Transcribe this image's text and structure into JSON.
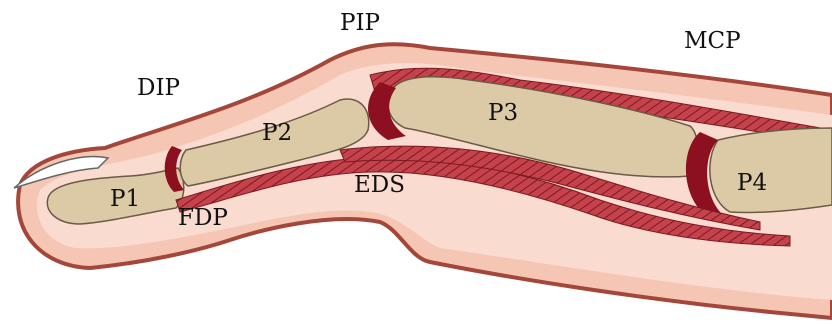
{
  "labels": {
    "dip": "DIP",
    "pip": "PIP",
    "mcp": "MCP",
    "p1": "P1",
    "p2": "P2",
    "p3": "P3",
    "p4": "P4",
    "fdp": "FDP",
    "eds": "EDS"
  },
  "colors": {
    "skin": "#f6c6b4",
    "skin_outline": "#a4473a",
    "inner_tissue": "#f9dccf",
    "bone": "#dccaa6",
    "bone_outline": "#6b5a45",
    "tendon": "#c5424c",
    "tendon_stripe": "#7a1a20",
    "joint_cartilage": "#8c1020",
    "nail": "#ffffff"
  }
}
